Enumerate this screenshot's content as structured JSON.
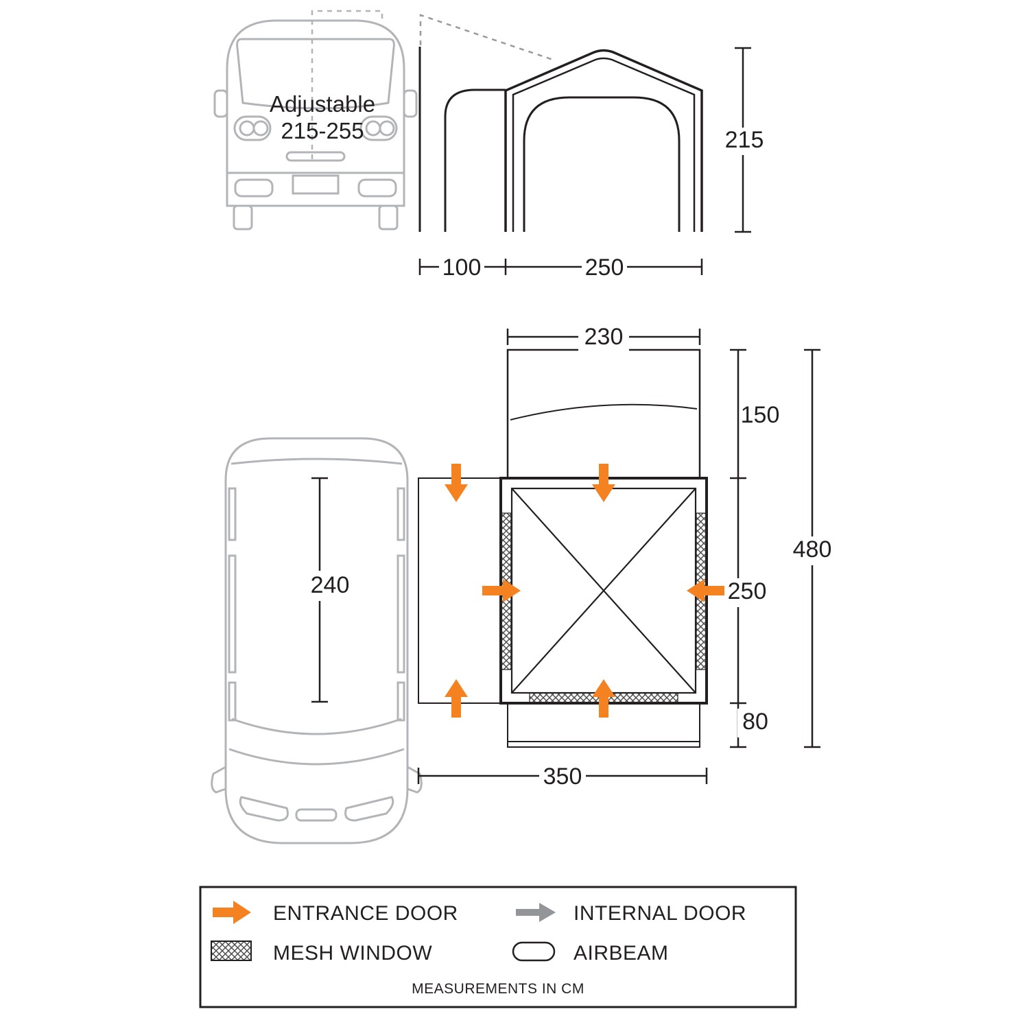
{
  "front_view": {
    "adjustable_line1": "Adjustable",
    "adjustable_line2": "215-255"
  },
  "side_view": {
    "height": "215",
    "tunnel_depth": "100",
    "awning_depth": "250"
  },
  "plan_view": {
    "canopy_width": "230",
    "canopy_depth": "150",
    "total_depth": "480",
    "main_depth": "250",
    "rear_depth": "80",
    "van_length": "240",
    "total_width": "350"
  },
  "legend": {
    "entrance_door": "ENTRANCE DOOR",
    "internal_door": "INTERNAL DOOR",
    "mesh_window": "MESH WINDOW",
    "airbeam": "AIRBEAM",
    "footer": "MEASUREMENTS IN CM"
  },
  "colors": {
    "entrance_arrow": "#F58220",
    "internal_arrow": "#939598",
    "outline_dark": "#231F20",
    "vehicle_gray": "#B2B4B7"
  }
}
